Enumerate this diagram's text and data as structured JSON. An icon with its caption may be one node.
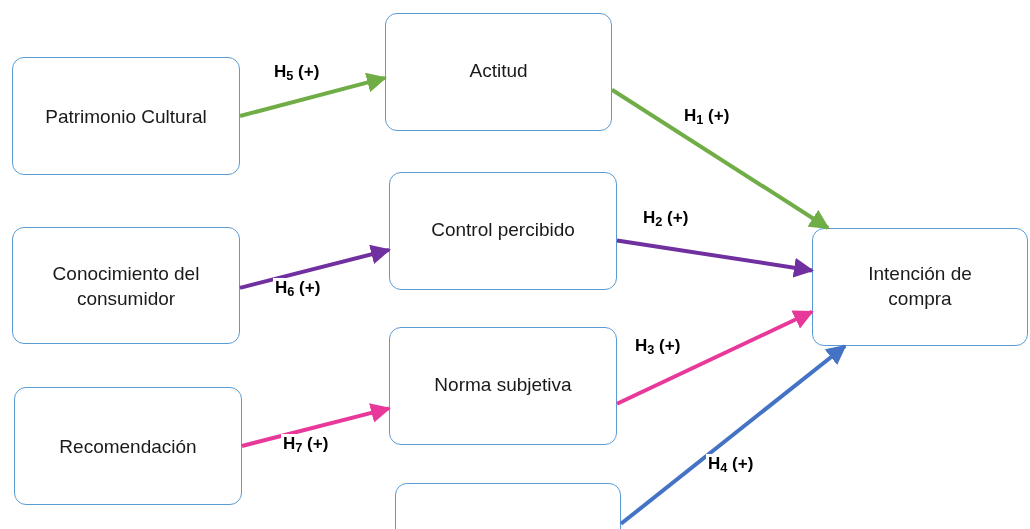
{
  "diagram": {
    "nodes": [
      {
        "text": [
          "Patrimonio Cultural"
        ]
      },
      {
        "text": [
          "Actitud"
        ]
      },
      {
        "text": [
          "Conocimiento del consumidor"
        ]
      },
      {
        "text": [
          "Control percibido"
        ]
      },
      {
        "text": [
          "Intención de compra"
        ]
      },
      {
        "text": [
          "Recomendación"
        ]
      },
      {
        "text": [
          "Norma subjetiva"
        ]
      },
      {
        "text": [],
        "shape": "box"
      }
    ],
    "edges": [
      {
        "from": 0,
        "to": 1,
        "arrow": "to",
        "label": "H$_{5}$ (+)",
        "color": "#70ad47"
      },
      {
        "from": 1,
        "to": 4,
        "arrow": "to",
        "label": "H$_{1}$ (+)",
        "color": "#70ad47"
      },
      {
        "from": 2,
        "to": 3,
        "arrow": "to",
        "label": "H$_{6}$ (+)",
        "color": "#7030a0"
      },
      {
        "from": 3,
        "to": 4,
        "arrow": "to",
        "label": "H$_{2}$ (+)",
        "color": "#7030a0"
      },
      {
        "from": 5,
        "to": 6,
        "arrow": "to",
        "label": "H$_{7}$ (+)",
        "color": "#e8399a"
      },
      {
        "from": 6,
        "to": 4,
        "arrow": "to",
        "label": "H$_{3}$ (+)",
        "color": "#e8399a"
      },
      {
        "from": 7,
        "to": 4,
        "arrow": "to",
        "label": "H$_{4}$ (+)",
        "color": "#4472c4"
      }
    ]
  }
}
